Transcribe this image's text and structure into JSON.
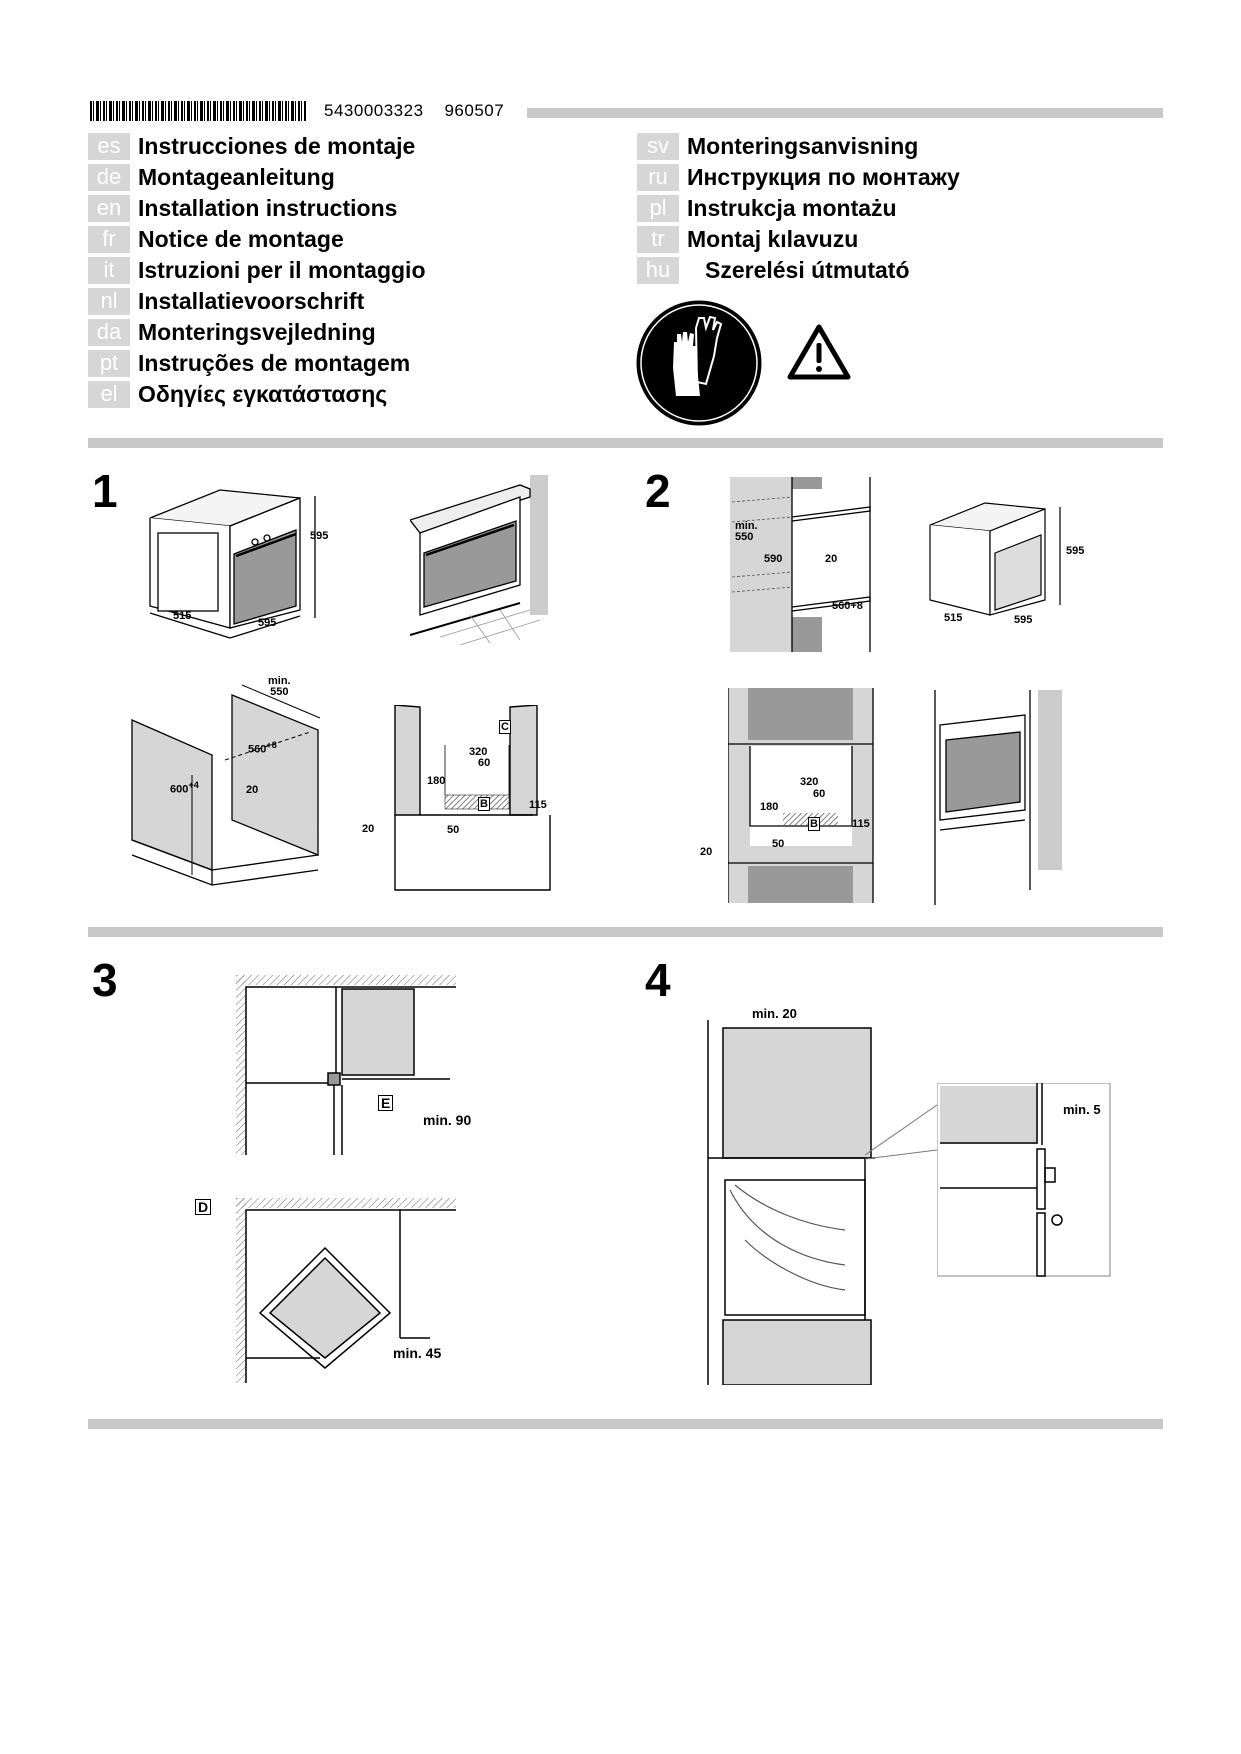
{
  "header": {
    "document_number": "5430003323",
    "date_code": "960507"
  },
  "languages_left": [
    {
      "code": "es",
      "title": "Instrucciones de montaje"
    },
    {
      "code": "de",
      "title": "Montageanleitung"
    },
    {
      "code": "en",
      "title": "Installation instructions"
    },
    {
      "code": "fr",
      "title": "Notice de montage"
    },
    {
      "code": "it",
      "title": "Istruzioni per il montaggio"
    },
    {
      "code": "nl",
      "title": "Installatievoorschrift"
    },
    {
      "code": "da",
      "title": "Monteringsvejledning"
    },
    {
      "code": "pt",
      "title": "Instruções de montagem"
    },
    {
      "code": "el",
      "title": "Οδηγίες εγκατάστασης"
    }
  ],
  "languages_right": [
    {
      "code": "sv",
      "title": "Monteringsanvisning"
    },
    {
      "code": "ru",
      "title": "Инструкция по монтажу"
    },
    {
      "code": "pl",
      "title": "Instrukcja montażu"
    },
    {
      "code": "tr",
      "title": "Montaj kılavuzu"
    },
    {
      "code": "hu",
      "title": "Szerelési útmutató"
    }
  ],
  "icons": {
    "gloves": "protective-gloves-icon",
    "warning": "warning-triangle-icon"
  },
  "steps": {
    "s1": {
      "number": "1",
      "oven_dims": {
        "height": "595",
        "depth": "515",
        "width": "595"
      },
      "cabinet_dims": {
        "depth": "min.\n550",
        "depth_min": "min.",
        "depth_val": "550",
        "width": "560+8",
        "width_base": "560",
        "width_tol": "+8",
        "height_base": "600",
        "height_tol": "+4",
        "gap": "20"
      },
      "front_dims": {
        "w320": "320",
        "w60": "60",
        "w180": "180",
        "h115": "115",
        "d20": "20",
        "d50": "50",
        "label_b": "B",
        "label_c": "C"
      }
    },
    "s2": {
      "number": "2",
      "tall_dims": {
        "depth": "min.",
        "depth_val": "550",
        "height": "590",
        "gap": "20",
        "width": "560+8"
      },
      "oven_dims": {
        "height": "595",
        "depth": "515",
        "width": "595"
      },
      "front_dims": {
        "w320": "320",
        "w60": "60",
        "w180": "180",
        "h115": "115",
        "d20": "20",
        "d50": "50",
        "label_b": "B"
      }
    },
    "s3": {
      "number": "3",
      "label_e": "E",
      "min90": "min. 90",
      "label_d": "D",
      "min45": "min. 45"
    },
    "s4": {
      "number": "4",
      "min20": "min. 20",
      "min5": "min. 5"
    }
  }
}
